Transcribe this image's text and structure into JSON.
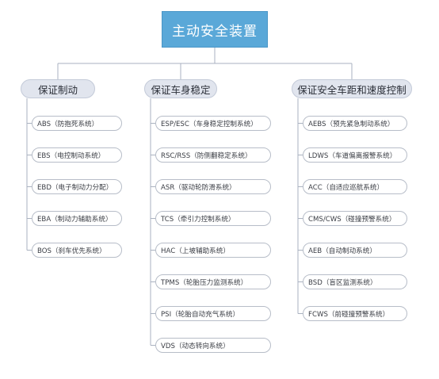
{
  "root": "主动安全装置",
  "branches": [
    {
      "label": "保证制动",
      "items": [
        "ABS（防抱死系统）",
        "EBS（电控制动系统）",
        "EBD（电子制动力分配）",
        "EBA（制动力辅助系统）",
        "BOS（刹车优先系统）"
      ]
    },
    {
      "label": "保证车身稳定",
      "items": [
        "ESP/ESC（车身稳定控制系统）",
        "RSC/RSS（防侧翻稳定系统）",
        "ASR（驱动轮防滑系统）",
        "TCS（牵引力控制系统）",
        "HAC（上坡辅助系统）",
        "TPMS（轮胎压力监测系统）",
        "PSI（轮胎自动充气系统）",
        "VDS（动态转向系统）"
      ]
    },
    {
      "label": "保证安全车距和速度控制",
      "items": [
        "AEBS（预先紧急制动系统）",
        "LDWS（车道偏离报警系统）",
        "ACC（自适应巡航系统）",
        "CMS/CWS（碰撞预警系统）",
        "AEB（自动制动系统）",
        "BSD（盲区监测系统）",
        "FCWS（前碰撞预警系统）"
      ]
    }
  ],
  "colors": {
    "root_fill": "#5aa8d8",
    "branch_fill": "#e1e5ee",
    "leaf_border": "#b7bdc8",
    "connector": "#aab2c0"
  }
}
